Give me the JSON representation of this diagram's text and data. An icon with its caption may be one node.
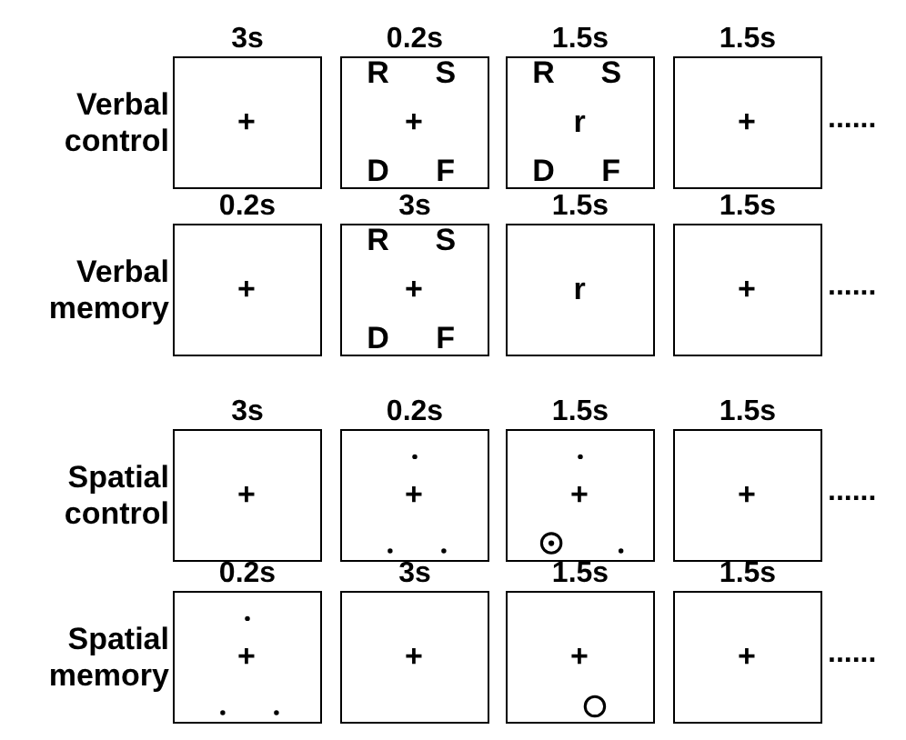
{
  "diagram": {
    "nodes": [
      {
        "text": [
          "+"
        ],
        "beside": [
          "3s"
        ]
      },
      {
        "text": [
          "R",
          "S",
          "+",
          "D",
          "F"
        ],
        "beside": [
          "0.2s"
        ]
      },
      {
        "text": [
          "R",
          "S",
          "r",
          "D",
          "F"
        ],
        "beside": [
          "1.5s"
        ]
      },
      {
        "text": [
          "+"
        ],
        "beside": [
          "1.5s"
        ]
      },
      {
        "text": [
          "+"
        ],
        "beside": [
          "0.2s"
        ]
      },
      {
        "text": [
          "R",
          "S",
          "+",
          "D",
          "F"
        ],
        "beside": [
          "3s"
        ]
      },
      {
        "text": [
          "r"
        ],
        "beside": [
          "1.5s"
        ]
      },
      {
        "text": [
          "+"
        ],
        "beside": [
          "1.5s"
        ]
      },
      {
        "text": [
          "+"
        ],
        "beside": [
          "3s"
        ]
      },
      {
        "text": [
          "+"
        ],
        "beside": [
          "0.2s"
        ]
      },
      {
        "text": [
          "+"
        ],
        "beside": [
          "1.5s"
        ]
      },
      {
        "text": [
          "+"
        ],
        "beside": [
          "1.5s"
        ]
      },
      {
        "text": [
          "+"
        ],
        "beside": [
          "0.2s"
        ]
      },
      {
        "text": [
          "+"
        ],
        "beside": [
          "3s"
        ]
      },
      {
        "text": [
          "+"
        ],
        "beside": [
          "1.5s"
        ]
      },
      {
        "text": [
          "+"
        ],
        "beside": [
          "1.5s"
        ]
      }
    ],
    "labels": [
      "Verbal control",
      "......",
      "Verbal memory",
      "......",
      "Spatial control",
      "......",
      "Spatial memory",
      "......"
    ]
  }
}
